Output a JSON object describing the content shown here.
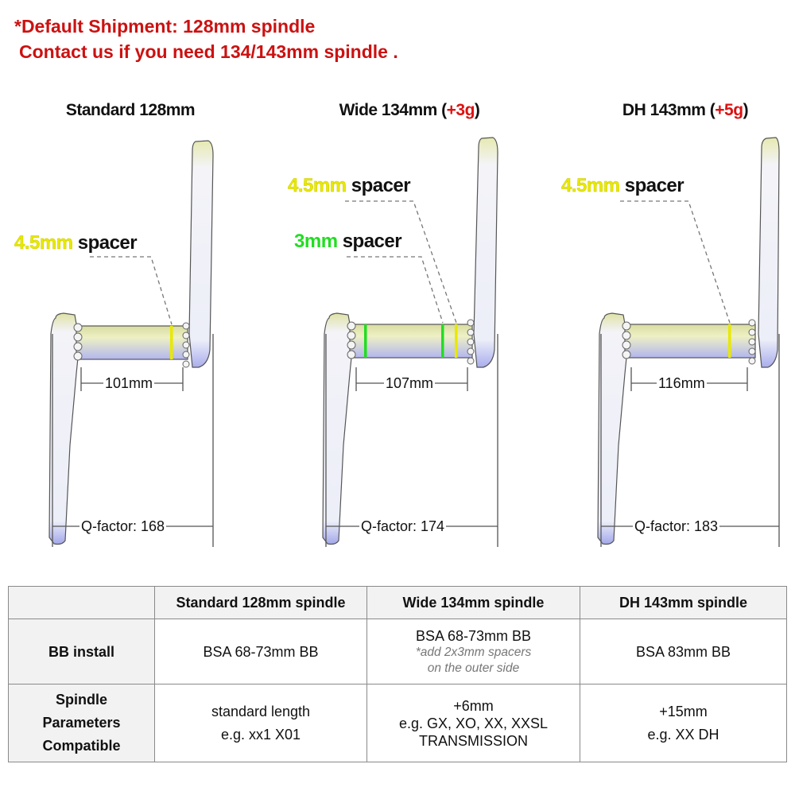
{
  "notice": {
    "line1": "*Default Shipment: 128mm spindle",
    "line2": "Contact us if you need 134/143mm spindle ."
  },
  "colors": {
    "notice": "#cc1111",
    "weight": "#dd1111",
    "spacer_yellow": "#e8e800",
    "spacer_green": "#22dd22",
    "spindle_top": "#e9ebb0",
    "spindle_bottom": "#b8bcf0"
  },
  "panels": [
    {
      "title": "Standard 128mm",
      "weight": "",
      "spacers": [
        {
          "size": "4.5mm",
          "word": "spacer",
          "color": "yellow"
        }
      ],
      "spindle_dimension": "101mm",
      "q_factor_label": "Q-factor:",
      "q_factor_value": "168"
    },
    {
      "title": "Wide 134mm",
      "weight": "+3g",
      "spacers": [
        {
          "size": "4.5mm",
          "word": "spacer",
          "color": "yellow"
        },
        {
          "size": "3mm",
          "word": "spacer",
          "color": "green"
        }
      ],
      "spindle_dimension": "107mm",
      "q_factor_label": "Q-factor:",
      "q_factor_value": "174"
    },
    {
      "title": "DH 143mm",
      "weight": "+5g",
      "spacers": [
        {
          "size": "4.5mm",
          "word": "spacer",
          "color": "yellow"
        }
      ],
      "spindle_dimension": "116mm",
      "q_factor_label": "Q-factor:",
      "q_factor_value": "183"
    }
  ],
  "table": {
    "headers": [
      "",
      "Standard 128mm spindle",
      "Wide 134mm spindle",
      "DH 143mm spindle"
    ],
    "rows": [
      {
        "label_lines": [
          "BB install"
        ],
        "cells": [
          {
            "lines": [
              "BSA 68-73mm BB"
            ],
            "notes": []
          },
          {
            "lines": [
              "BSA 68-73mm BB"
            ],
            "notes": [
              "*add 2x3mm spacers",
              "on the outer side"
            ]
          },
          {
            "lines": [
              "BSA 83mm BB"
            ],
            "notes": []
          }
        ]
      },
      {
        "label_lines": [
          "Spindle",
          "Parameters",
          "Compatible"
        ],
        "cells": [
          {
            "lines": [
              "standard length",
              "e.g. xx1 X01"
            ],
            "notes": []
          },
          {
            "lines": [
              "+6mm",
              "e.g. GX, XO, XX, XXSL",
              "TRANSMISSION"
            ],
            "notes": []
          },
          {
            "lines": [
              "+15mm",
              "e.g. XX DH"
            ],
            "notes": []
          }
        ]
      }
    ]
  }
}
